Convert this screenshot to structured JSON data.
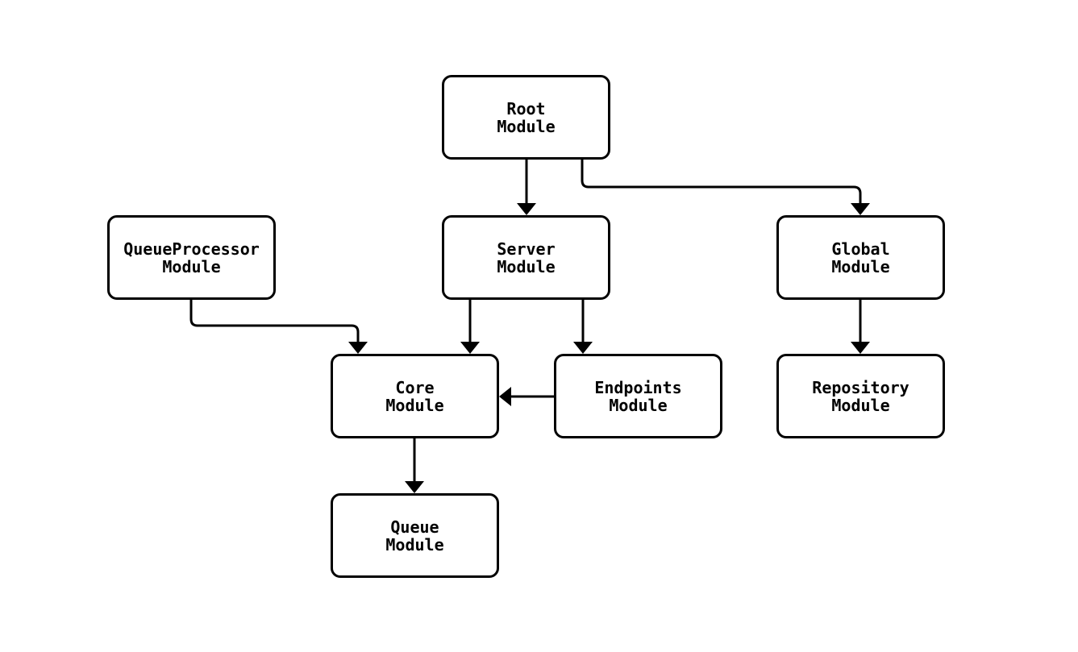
{
  "diagram": {
    "type": "flowchart",
    "background_color": "#ffffff",
    "stroke_color": "#000000",
    "node_fill_color": "#ffffff",
    "text_color": "#000000",
    "nodes": {
      "root": {
        "label": "Root\nModule"
      },
      "queue_processor": {
        "label": "QueueProcessor\nModule"
      },
      "server": {
        "label": "Server\nModule"
      },
      "global": {
        "label": "Global\nModule"
      },
      "core": {
        "label": "Core\nModule"
      },
      "endpoints": {
        "label": "Endpoints\nModule"
      },
      "repository": {
        "label": "Repository\nModule"
      },
      "queue": {
        "label": "Queue\nModule"
      }
    },
    "edges": [
      {
        "from": "root",
        "to": "server"
      },
      {
        "from": "root",
        "to": "global"
      },
      {
        "from": "queue_processor",
        "to": "core"
      },
      {
        "from": "server",
        "to": "core"
      },
      {
        "from": "server",
        "to": "endpoints"
      },
      {
        "from": "endpoints",
        "to": "core"
      },
      {
        "from": "global",
        "to": "repository"
      },
      {
        "from": "core",
        "to": "queue"
      }
    ]
  }
}
